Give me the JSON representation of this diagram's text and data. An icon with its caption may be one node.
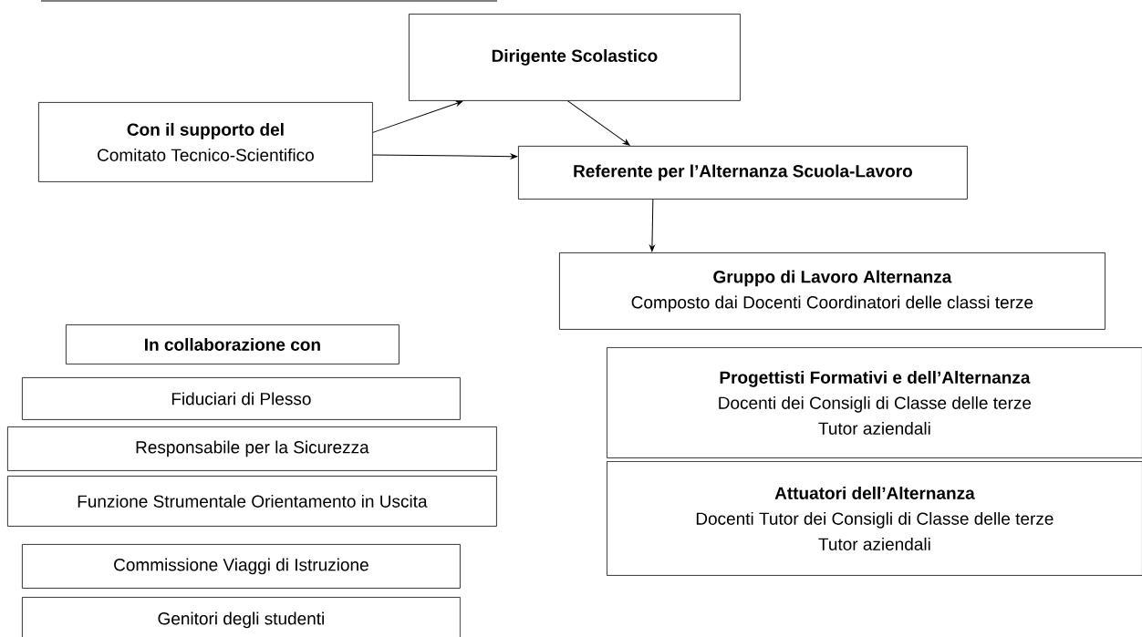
{
  "diagram": {
    "nodes": [
      {
        "text": [
          "Dirigente Scolastico"
        ]
      },
      {
        "text": [
          "Con il supporto del",
          "Comitato Tecnico-Scientifico"
        ]
      },
      {
        "text": [
          "Referente per l’Alternanza Scuola-Lavoro"
        ]
      },
      {
        "text": [
          "Gruppo di Lavoro Alternanza",
          "Composto dai Docenti Coordinatori delle classi terze"
        ]
      },
      {
        "text": [
          "In collaborazione con"
        ]
      },
      {
        "text": [
          "Fiduciari di Plesso"
        ]
      },
      {
        "text": [
          "Responsabile per la Sicurezza"
        ]
      },
      {
        "text": [
          "Funzione Strumentale Orientamento in Uscita"
        ]
      },
      {
        "text": [
          "Commissione Viaggi di Istruzione"
        ]
      },
      {
        "text": [
          "Genitori degli studenti"
        ]
      },
      {
        "text": [
          "Progettisti Formativi e dell’Alternanza",
          "Docenti dei Consigli di Classe delle terze",
          "Tutor aziendali"
        ]
      },
      {
        "text": [
          "Attuatori dell’Alternanza",
          "Docenti Tutor dei Consigli di Classe delle terze",
          "Tutor aziendali"
        ]
      }
    ],
    "edges": [
      {
        "from": 1,
        "to": 0,
        "arrow": "to"
      },
      {
        "from": 1,
        "to": 2,
        "arrow": "to"
      },
      {
        "from": 0,
        "to": 2,
        "arrow": "to"
      },
      {
        "from": 2,
        "to": 3,
        "arrow": "to"
      }
    ]
  }
}
